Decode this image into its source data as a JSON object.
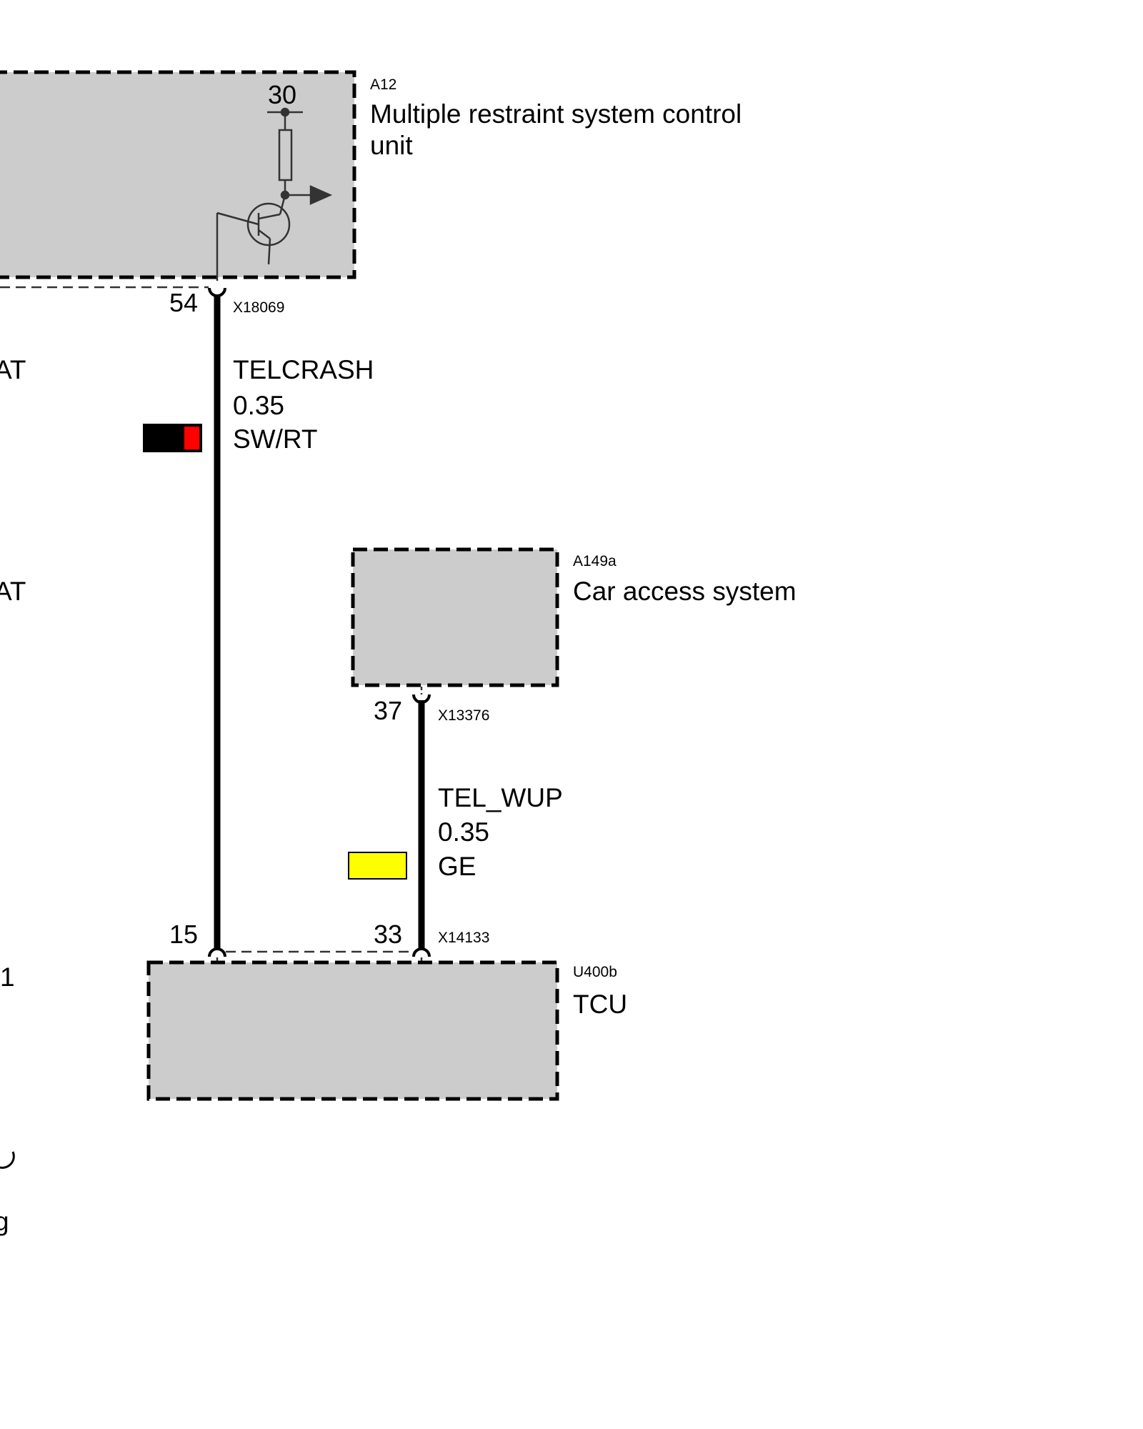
{
  "components": {
    "a12": {
      "id": "A12",
      "name_line1": "Multiple restraint system control",
      "name_line2": "unit",
      "supply_terminal": "30"
    },
    "a149a": {
      "id": "A149a",
      "name": "Car access system"
    },
    "u400b": {
      "id": "U400b",
      "name": "TCU"
    }
  },
  "wires": {
    "telcrash": {
      "signal": "TELCRASH",
      "gauge": "0.35",
      "color_code": "SW/RT",
      "colors": [
        "#000000",
        "#ff0000"
      ],
      "pin_from": "54",
      "connector_from": "X18069",
      "pin_to": "15"
    },
    "tel_wup": {
      "signal": "TEL_WUP",
      "gauge": "0.35",
      "color_code": "GE",
      "colors": [
        "#ffff00"
      ],
      "pin_from": "37",
      "connector_from": "X13376",
      "pin_to": "33",
      "connector_to": "X14133"
    }
  },
  "cropped_left_fragments": [
    "AT",
    "AT",
    "1",
    "g"
  ]
}
